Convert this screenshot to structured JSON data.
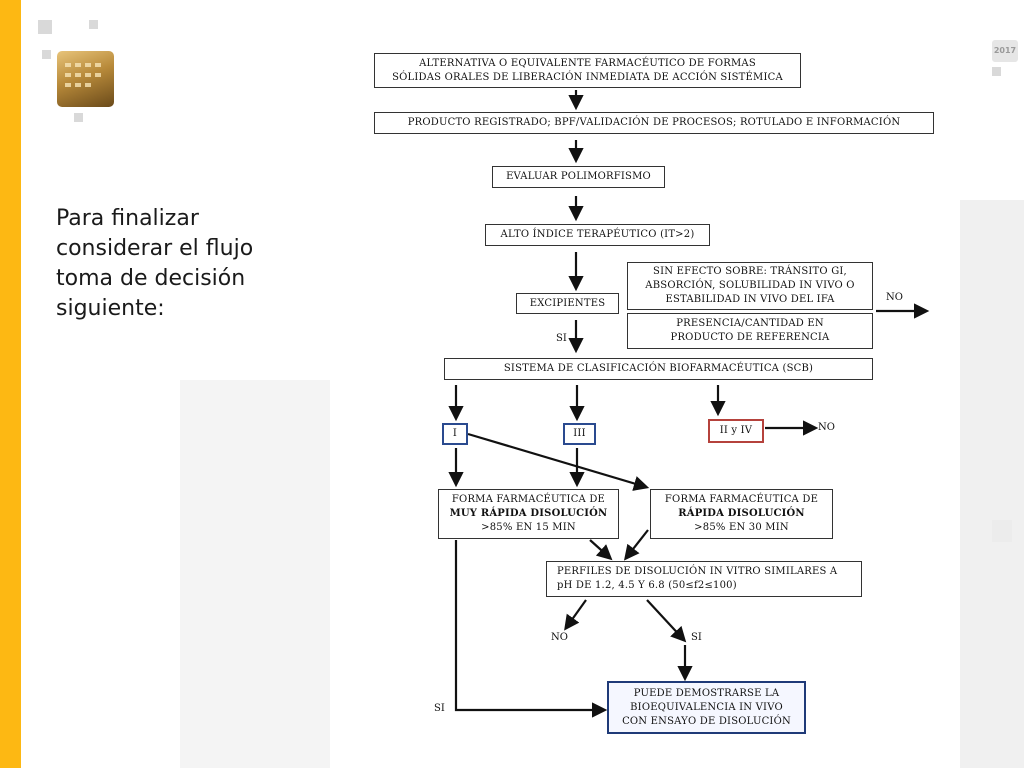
{
  "slide": {
    "intro_text": "Para finalizar considerar el flujo toma de decisión siguiente:",
    "year_badge": "2017",
    "accent_color": "#FDB813"
  },
  "flow": {
    "b1_line1": "ALTERNATIVA O EQUIVALENTE FARMACÉUTICO DE  FORMAS",
    "b1_line2": "SÓLIDAS ORALES DE LIBERACIÓN INMEDIATA DE ACCIÓN SISTÉMICA",
    "b2": "PRODUCTO REGISTRADO; BPF/VALIDACIÓN DE PROCESOS; ROTULADO E INFORMACIÓN",
    "b3": "EVALUAR POLIMORFISMO",
    "b4": "ALTO ÍNDICE TERAPÉUTICO (IT>2)",
    "b5": "EXCIPIENTES",
    "b6_line1": "SIN EFECTO SOBRE: TRÁNSITO GI,",
    "b6_line2": "ABSORCIÓN, SOLUBILIDAD IN VIVO O",
    "b6_line3": "ESTABILIDAD IN VIVO DEL IFA",
    "b7_line1": "PRESENCIA/CANTIDAD EN",
    "b7_line2": "PRODUCTO DE REFERENCIA",
    "b8": "SISTEMA DE CLASIFICACIÓN  BIOFARMACÉUTICA (SCB)",
    "c1": "I",
    "c3": "III",
    "c24": "II y IV",
    "b9_line1": "FORMA FARMACÉUTICA DE",
    "b9_line2": "MUY RÁPIDA DISOLUCIÓN",
    "b9_line3": ">85% EN 15 MIN",
    "b10_line1": "FORMA FARMACÉUTICA DE",
    "b10_line2": "RÁPIDA DISOLUCIÓN",
    "b10_line3": ">85% EN 30 MIN",
    "b11_line1": "PERFILES DE DISOLUCIÓN IN VITRO SIMILARES A",
    "b11_line2": "pH DE 1.2, 4.5 Y 6.8  (50≤f2≤100)",
    "b12_line1": "PUEDE DEMOSTRARSE LA",
    "b12_line2": "BIOEQUIVALENCIA IN VIVO",
    "b12_line3": "CON ENSAYO DE DISOLUCIÓN",
    "lbl_si_1": "SI",
    "lbl_no_1": "NO",
    "lbl_no_2": "NO",
    "lbl_no_3": "NO",
    "lbl_si_2": "SI",
    "lbl_si_3": "SI"
  }
}
